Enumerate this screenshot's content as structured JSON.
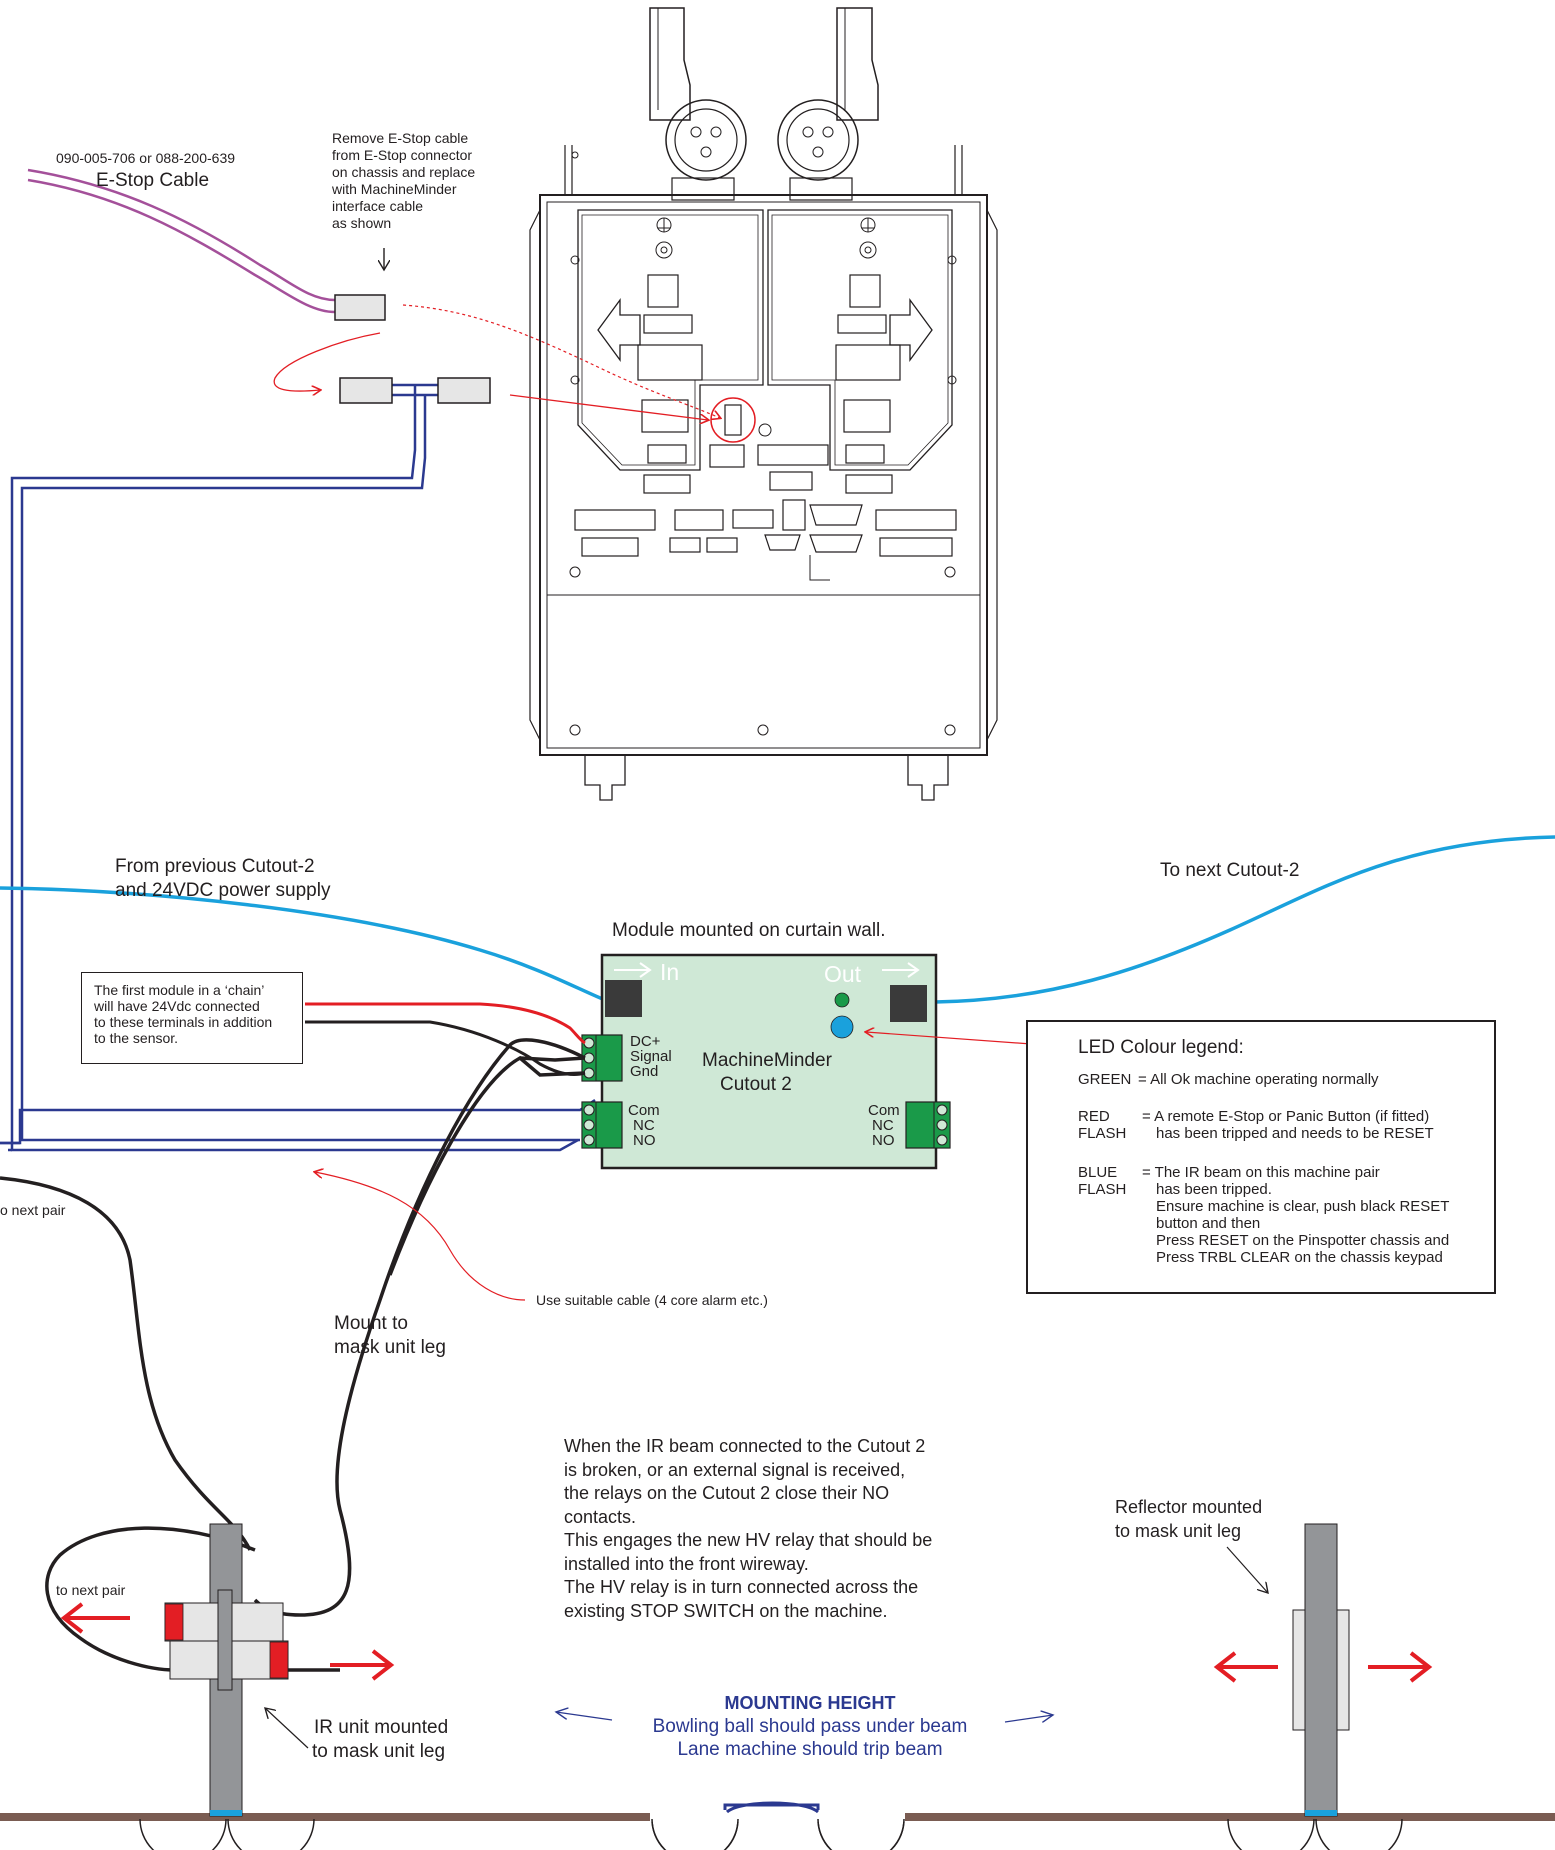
{
  "cable_label": {
    "part_numbers": "090-005-706 or 088-200-639",
    "name": "E-Stop Cable"
  },
  "remove_note": {
    "line1": "Remove E-Stop cable",
    "line2": "from E-Stop connector",
    "line3": "on chassis and replace",
    "line4": "with MachineMinder",
    "line5": "interface cable",
    "line6": "as shown"
  },
  "from_label": {
    "line1": "From previous Cutout-2",
    "line2": "and 24VDC power supply"
  },
  "to_label": "To next Cutout-2",
  "module_mount_label": "Module mounted on curtain wall.",
  "module": {
    "in_label": "In",
    "out_label": "Out",
    "title1": "MachineMinder",
    "title2": "Cutout 2",
    "dc_plus": "DC+",
    "signal": "Signal",
    "gnd": "Gnd",
    "com_left": "Com",
    "nc_left": "NC",
    "no_left": "NO",
    "com_right": "Com",
    "nc_right": "NC",
    "no_right": "NO"
  },
  "first_module_note": {
    "line1": "The first module in a ‘chain’",
    "line2": "will have 24Vdc connected",
    "line3": "to these terminals in addition",
    "line4": "to the sensor."
  },
  "led_legend": {
    "title": "LED Colour legend:",
    "green_label": "GREEN",
    "green_desc": "= All Ok machine operating normally",
    "red_label1": "RED",
    "red_label2": "FLASH",
    "red_desc1": "= A remote E-Stop or Panic Button (if fitted)",
    "red_desc2": "has been tripped and needs to be RESET",
    "blue_label1": "BLUE",
    "blue_label2": "FLASH",
    "blue_desc1": "= The IR beam on this machine pair",
    "blue_desc2": "has been tripped.",
    "blue_desc3": "Ensure machine is clear, push black RESET",
    "blue_desc4": "button and then",
    "blue_desc5": "Press RESET on the Pinspotter chassis and",
    "blue_desc6": "Press TRBL CLEAR on the chassis keypad",
    "colors": {
      "green": "#1a9a49",
      "red": "#e31e24",
      "blue": "#1aa1dc"
    }
  },
  "to_next_pair_top": "o next pair",
  "cable_note": "Use suitable cable (4 core alarm etc.)",
  "mount_leg_label": {
    "line1": "Mount to",
    "line2": "mask unit leg"
  },
  "ir_description": {
    "line1": "When the IR beam connected to the Cutout 2",
    "line2": "is broken, or an external signal is received,",
    "line3": "the relays on the Cutout 2 close their NO",
    "line4": "contacts.",
    "line5": "This engages the new HV relay that should be",
    "line6": "installed into the front wireway.",
    "line7": "The HV relay is in turn connected across the",
    "line8": "existing STOP SWITCH on the machine."
  },
  "reflector_label": {
    "line1": "Reflector mounted",
    "line2": "to mask unit leg"
  },
  "to_next_pair_bottom": "to next pair",
  "ir_unit_label": {
    "line1": "IR unit mounted",
    "line2": "to mask unit leg"
  },
  "mounting_height": {
    "title": "MOUNTING HEIGHT",
    "line1": "Bowling ball should pass under beam",
    "line2": "Lane machine should trip beam",
    "color": "#2b3990"
  },
  "colors": {
    "estop_cable": "#a4509a",
    "interface_cable": "#2b3990",
    "bus_cable": "#1aa1dc",
    "arrow_red": "#e31e24",
    "module_fill": "#cfe8d6",
    "terminal_green": "#1a9a49",
    "floor": "#7a5c52"
  }
}
